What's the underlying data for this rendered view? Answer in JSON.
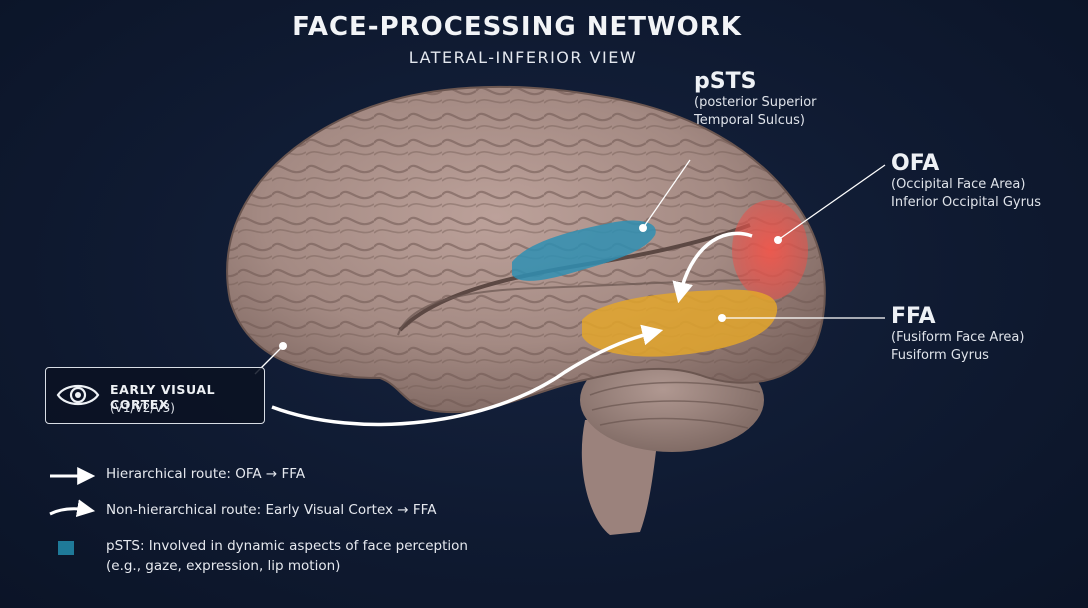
{
  "header": {
    "title": "FACE-PROCESSING NETWORK",
    "subtitle": "LATERAL-INFERIOR VIEW"
  },
  "regions": {
    "psts": {
      "abbr": "pSTS",
      "line1": "(posterior Superior",
      "line2": "Temporal Sulcus)",
      "color": "#2f8fb3"
    },
    "ofa": {
      "abbr": "OFA",
      "line1": "(Occipital Face Area)",
      "line2": "Inferior Occipital Gyrus",
      "color": "#e8514a"
    },
    "ffa": {
      "abbr": "FFA",
      "line1": "(Fusiform Face Area)",
      "line2": "Fusiform Gyrus",
      "color": "#e3a62b"
    }
  },
  "early_visual_cortex": {
    "title": "EARLY VISUAL CORTEX",
    "subtitle": "(V1/V2/V3)",
    "icon": "eye-icon"
  },
  "legend": {
    "hierarchical": "Hierarchical route: OFA → FFA",
    "non_hierarchical": "Non-hierarchical route: Early Visual Cortex → FFA",
    "psts_prefix": "pSTS:",
    "psts_line1": " Involved in dynamic aspects of face perception",
    "psts_line2": "(e.g., gaze, expression, lip motion)",
    "psts_swatch_color": "#1f7a99"
  },
  "colors": {
    "background": "#0f1a31",
    "brain_tissue": "#a98f88",
    "arrow": "#ffffff"
  }
}
